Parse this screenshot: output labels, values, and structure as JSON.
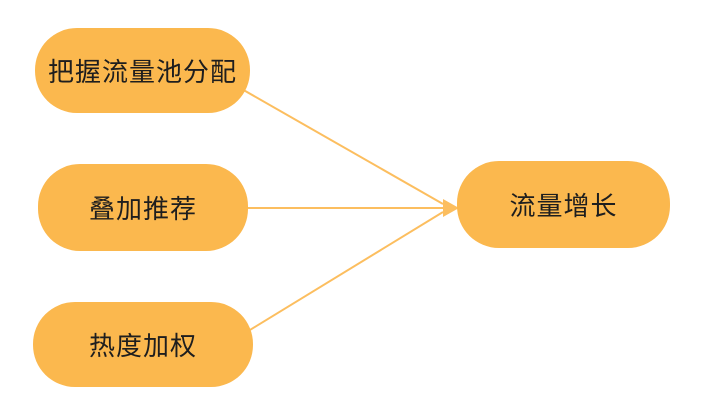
{
  "diagram": {
    "type": "flow-convergence",
    "background_color": "#ffffff",
    "colors": {
      "node_fill": "#fbb84e",
      "node_text": "#1e1e1e",
      "arrow": "#fcbe5f"
    },
    "nodes": [
      {
        "id": "grasp-traffic-pool-allocation",
        "label": "把握流量池分配"
      },
      {
        "id": "stacked-recommendation",
        "label": "叠加推荐"
      },
      {
        "id": "heat-weighting",
        "label": "热度加权"
      },
      {
        "id": "traffic-growth",
        "label": "流量增长"
      }
    ],
    "edges": [
      {
        "from": "grasp-traffic-pool-allocation",
        "to": "traffic-growth"
      },
      {
        "from": "stacked-recommendation",
        "to": "traffic-growth"
      },
      {
        "from": "heat-weighting",
        "to": "traffic-growth"
      }
    ]
  }
}
